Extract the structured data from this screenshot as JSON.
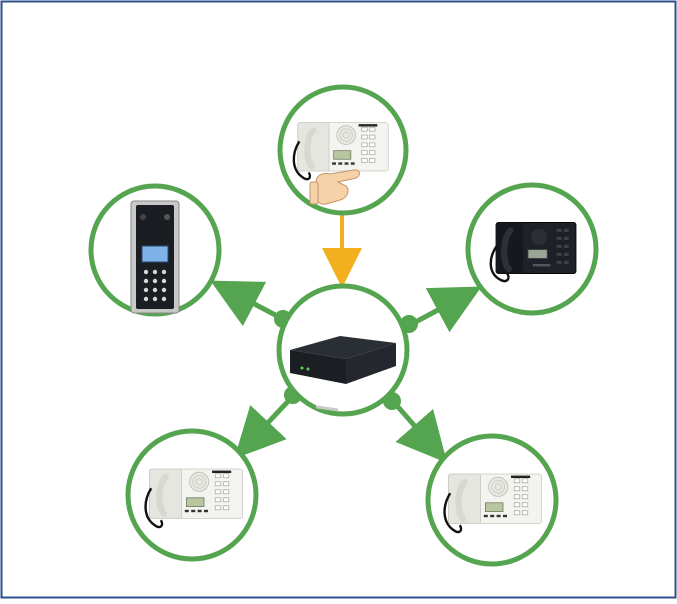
{
  "colors": {
    "frame": "#2f4f8f",
    "node_ring": "#55a44f",
    "arrow_green": "#55a44f",
    "arrow_active": "#f2b01e",
    "background": "#ffffff",
    "device_dark": "#1e2228",
    "device_light": "#f2f2ee",
    "lcd": "#b8c6a0",
    "skin": "#f6d2a8"
  },
  "nodes": [
    {
      "id": "top",
      "device": "desk-intercom-station-white",
      "role": "calling-station"
    },
    {
      "id": "left",
      "device": "door-entry-panel-keypad",
      "role": "receiver"
    },
    {
      "id": "right",
      "device": "desk-intercom-station-black",
      "role": "receiver"
    },
    {
      "id": "bottom-left",
      "device": "desk-intercom-station-white",
      "role": "receiver"
    },
    {
      "id": "bottom-right",
      "device": "desk-intercom-station-white",
      "role": "receiver"
    }
  ],
  "hub": {
    "device": "central-exchange-box"
  },
  "links": [
    {
      "from": "top",
      "to": "hub",
      "style": "active"
    },
    {
      "from": "hub",
      "to": "left",
      "style": "broadcast"
    },
    {
      "from": "hub",
      "to": "right",
      "style": "broadcast"
    },
    {
      "from": "hub",
      "to": "bottom-left",
      "style": "broadcast"
    },
    {
      "from": "hub",
      "to": "bottom-right",
      "style": "broadcast"
    }
  ]
}
